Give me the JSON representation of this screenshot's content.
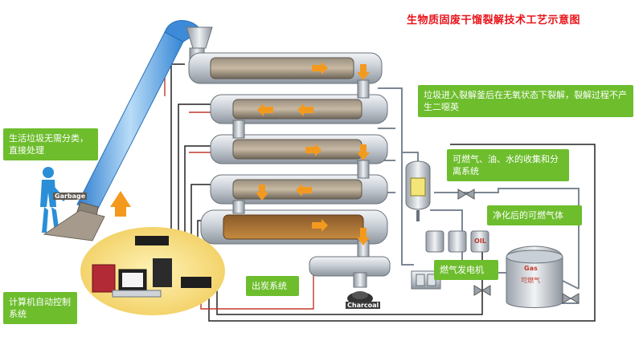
{
  "title": "生物质固废干馏裂解技术工艺示意图",
  "labels": {
    "pyrolysis_note": "垃圾进入裂解釜后在无氧状态下裂解，裂解过程不产生二噁英",
    "household_waste": "生活垃圾无需分类，直接处理",
    "gas_collection": "可燃气、油、水的收集和分离系统",
    "purified_gas": "净化后的可燃气体",
    "generator": "燃气发电机",
    "charcoal_system": "出炭系统",
    "computer_control": "计算机自动控制系统",
    "garbage_tag": "Garbage",
    "charcoal_tag": "Charcoal",
    "oil_tag": "OIL",
    "gas_tag": "Gas",
    "gas_cn_tag": "可燃气"
  }
}
